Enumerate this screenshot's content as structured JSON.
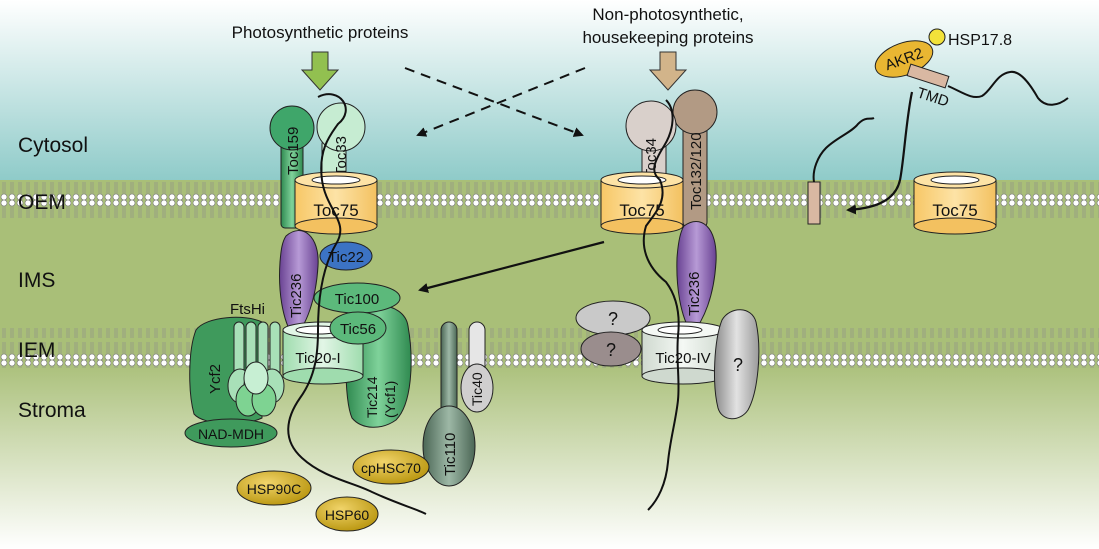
{
  "compartments": {
    "cytosol": "Cytosol",
    "oem": "OEM",
    "ims": "IMS",
    "iem": "IEM",
    "stroma": "Stroma"
  },
  "headings": {
    "photosynthetic": "Photosynthetic proteins",
    "nonphoto_line1": "Non-photosynthetic,",
    "nonphoto_line2": "housekeeping proteins"
  },
  "proteins": {
    "toc159": "Toc159",
    "toc33": "Toc33",
    "toc75_left": "Toc75",
    "toc34": "Toc34",
    "toc132": "Toc132/120",
    "toc75_mid": "Toc75",
    "toc75_right": "Toc75",
    "tic236_left": "Tic236",
    "tic236_mid": "Tic236",
    "tic22": "Tic22",
    "tic100": "Tic100",
    "tic56": "Tic56",
    "tic20i": "Tic20-I",
    "tic20iv": "Tic20-IV",
    "tic214_line1": "Tic214",
    "tic214_line2": "(Ycf1)",
    "ftshi": "FtsHi",
    "ycf2": "Ycf2",
    "nadmdh": "NAD-MDH",
    "tic110": "Tic110",
    "tic40": "Tic40",
    "hsp90c": "HSP90C",
    "cphsc70": "cpHSC70",
    "hsp60": "HSP60",
    "akr2": "AKR2",
    "hsp178": "HSP17.8",
    "tmd": "TMD",
    "unknown_1": "?",
    "unknown_2": "?",
    "unknown_3": "?"
  },
  "colors": {
    "cytosol_top": "#ffffff",
    "cytosol_bottom": "#8fcbc9",
    "ims": "#a9bf78",
    "stroma_top": "#a9bf78",
    "stroma_bottom": "#ffffff",
    "lipid_head": "#ffffff",
    "toc75": "#fbd98a",
    "toc159": "#3fa66a",
    "toc33": "#c6ecd2",
    "toc34": "#d9d0cb",
    "toc132": "#b29a84",
    "tic236": "#7f5aa8",
    "tic22": "#3c73c4",
    "tic_green": "#4aa86a",
    "tic_light_green": "#a8e0b8",
    "tic110": "#5e7a66",
    "tic40": "#d0cfcf",
    "hsp": "#c9a519",
    "akr2": "#e9b632",
    "hsp178": "#f2e23a",
    "arrow_green": "#92c050",
    "arrow_tan": "#d2b48a",
    "unknown_grey": "#b5b5b5"
  }
}
